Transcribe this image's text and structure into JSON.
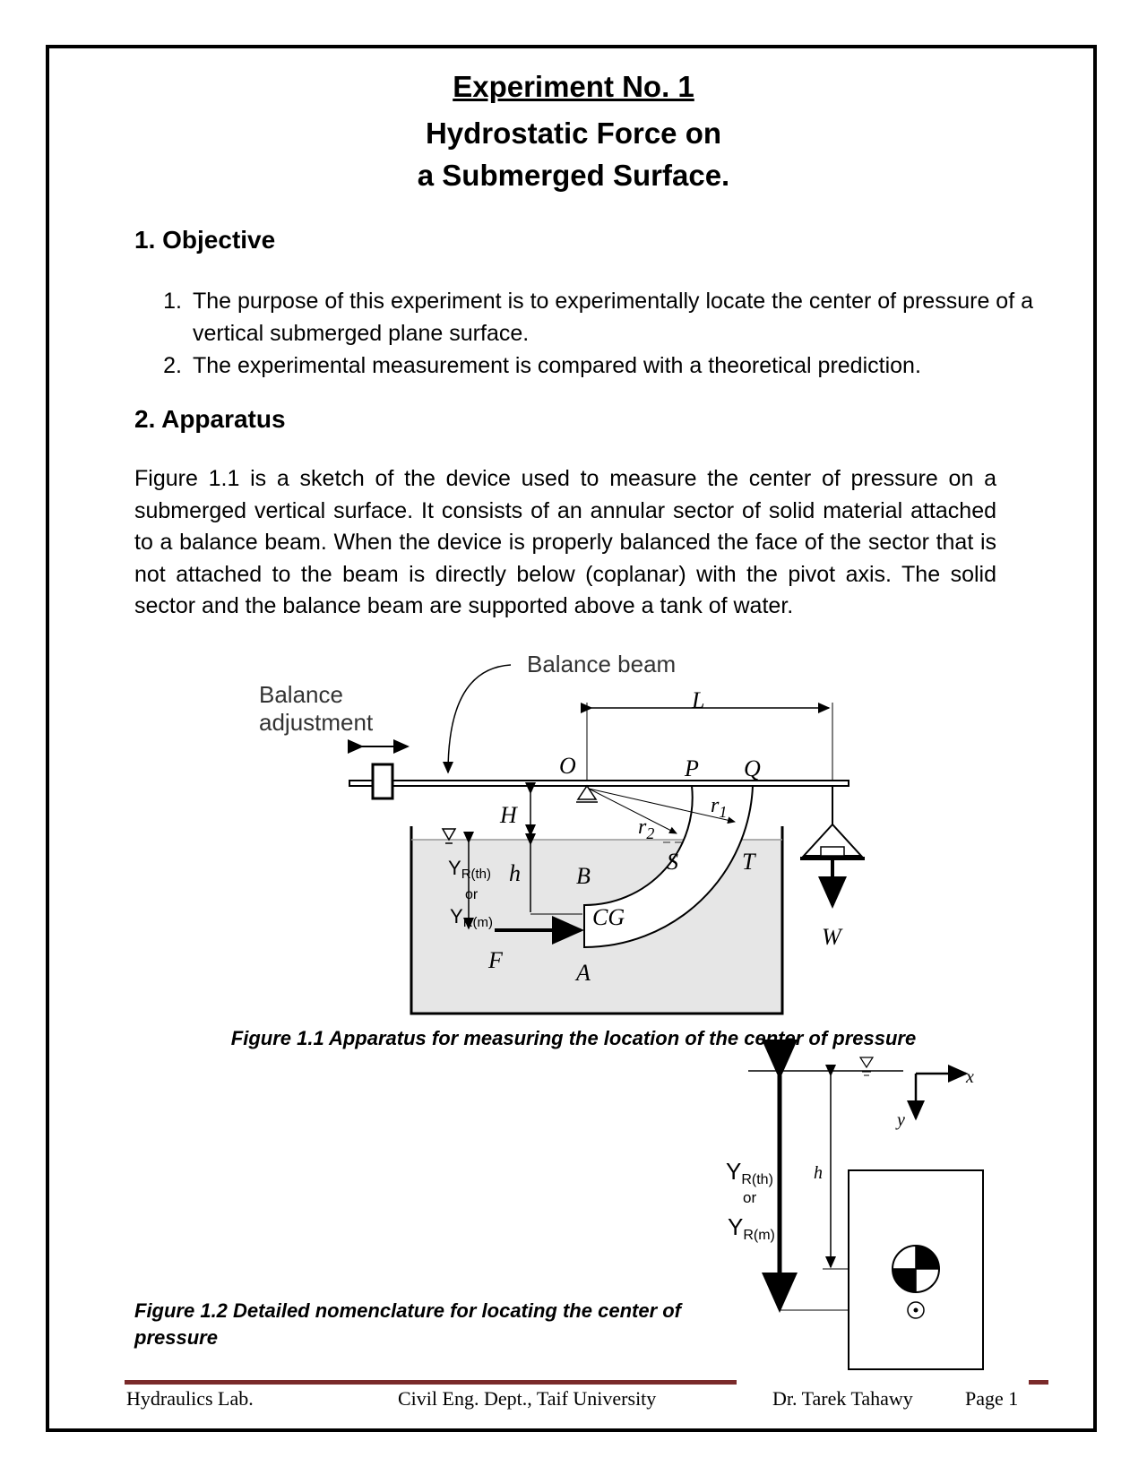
{
  "header": {
    "experiment": "Experiment No. 1",
    "title_line1": "Hydrostatic Force on",
    "title_line2": "a Submerged Surface."
  },
  "sections": {
    "objective_heading": "1. Objective",
    "objective_items": [
      {
        "num": "1.",
        "text": "The purpose of this experiment is to experimentally locate the center of pressure of a vertical submerged plane surface."
      },
      {
        "num": "2.",
        "text": "The experimental measurement is compared with a theoretical prediction."
      }
    ],
    "apparatus_heading": "2. Apparatus",
    "apparatus_text": "Figure 1.1 is a sketch of the device used to measure the center of pressure on a submerged vertical surface. It consists of an annular sector of solid material attached to a balance beam. When the device is properly balanced the face of the sector that is not attached to the beam is directly below (coplanar) with the pivot axis. The solid sector and the balance beam are supported above a tank of water."
  },
  "figure1": {
    "labels": {
      "balance_beam": "Balance beam",
      "balance": "Balance",
      "adjustment": "adjustment",
      "L": "L",
      "O": "O",
      "P": "P",
      "Q": "Q",
      "H": "H",
      "r1": "r",
      "r1_sub": "1",
      "r2": "r",
      "r2_sub": "2",
      "S": "S",
      "T": "T",
      "B": "B",
      "h": "h",
      "CG": "CG",
      "A": "A",
      "F": "F",
      "W": "W",
      "yr_th": "Y",
      "yr_th_sub": "R(th)",
      "or": "or",
      "yr_m": "Y",
      "yr_m_sub": "R(m)"
    },
    "caption": "Figure 1.1 Apparatus for measuring the location of the center of pressure"
  },
  "figure2": {
    "labels": {
      "x": "x",
      "y": "y",
      "h": "h",
      "yr_th": "Y",
      "yr_th_sub": "R(th)",
      "or": "or",
      "yr_m": "Y",
      "yr_m_sub": "R(m)"
    },
    "caption_line1": "Figure 1.2 Detailed nomenclature for locating the center of",
    "caption_line2": "pressure"
  },
  "footer": {
    "left": "Hydraulics Lab.",
    "center": "Civil Eng. Dept., Taif University",
    "author": "Dr. Tarek Tahawy",
    "page": "Page 1"
  }
}
